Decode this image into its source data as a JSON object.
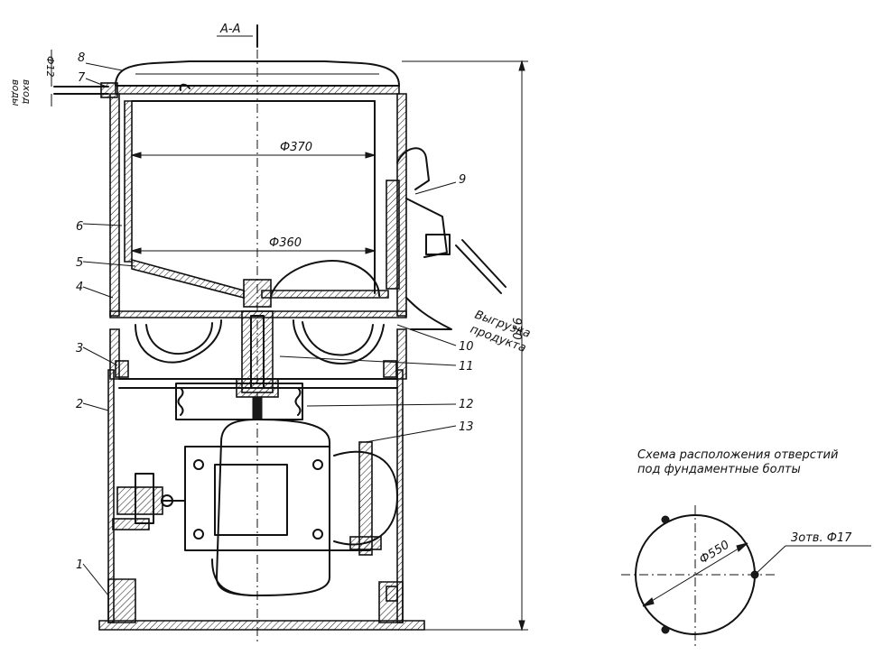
{
  "section_label": "А-А",
  "dimensions": {
    "pipe_diameter": "Ф12",
    "bowl_outer": "Ф370",
    "bowl_inner": "Ф360",
    "total_height": "970",
    "bolt_circle": "Ф550",
    "bolt_hole": "3отв. Ф17"
  },
  "texts": {
    "water_inlet_1": "вход",
    "water_inlet_2": "воды",
    "unload_1": "Выгрузка",
    "unload_2": "продукта",
    "scheme_title_1": "Схема расположения отверстий",
    "scheme_title_2": "под фундаментные болты"
  },
  "callouts": [
    "1",
    "2",
    "3",
    "4",
    "5",
    "6",
    "7",
    "8",
    "9",
    "10",
    "11",
    "12",
    "13"
  ]
}
